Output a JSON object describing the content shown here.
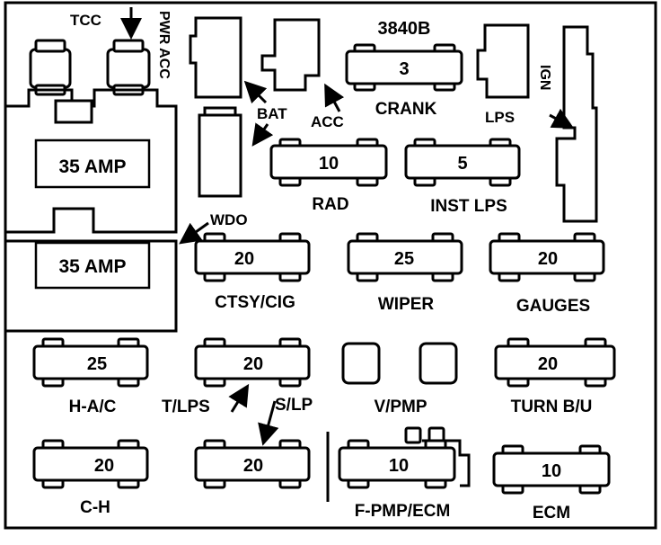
{
  "diagram": {
    "code": "3840B",
    "relays": {
      "tcc": "TCC",
      "pwr_acc": "PWR ACC"
    },
    "breakers": [
      {
        "rating": "35 AMP"
      },
      {
        "rating": "35 AMP"
      }
    ],
    "connectors": {
      "bat": "BAT",
      "acc": "ACC",
      "lps": "LPS",
      "ign": "IGN",
      "wdo": "WDO"
    },
    "fuses": {
      "crank": {
        "value": "3",
        "label": "CRANK"
      },
      "rad": {
        "value": "10",
        "label": "RAD"
      },
      "inst_lps": {
        "value": "5",
        "label": "INST LPS"
      },
      "ctsy_cig": {
        "value": "20",
        "label": "CTSY/CIG"
      },
      "wiper": {
        "value": "25",
        "label": "WIPER"
      },
      "gauges": {
        "value": "20",
        "label": "GAUGES"
      },
      "h_ac": {
        "value": "25",
        "label": "H-A/C"
      },
      "t_lps": {
        "value": "20",
        "label": "T/LPS"
      },
      "s_lp": {
        "label": "S/LP"
      },
      "v_pmp": {
        "label": "V/PMP"
      },
      "turn_bu": {
        "value": "20",
        "label": "TURN B/U"
      },
      "c_h": {
        "value": "20",
        "label": "C-H"
      },
      "s_lp_fuse": {
        "value": "20"
      },
      "f_pmp_ecm": {
        "value": "10",
        "label": "F-PMP/ECM"
      },
      "ecm": {
        "value": "10",
        "label": "ECM"
      }
    }
  }
}
